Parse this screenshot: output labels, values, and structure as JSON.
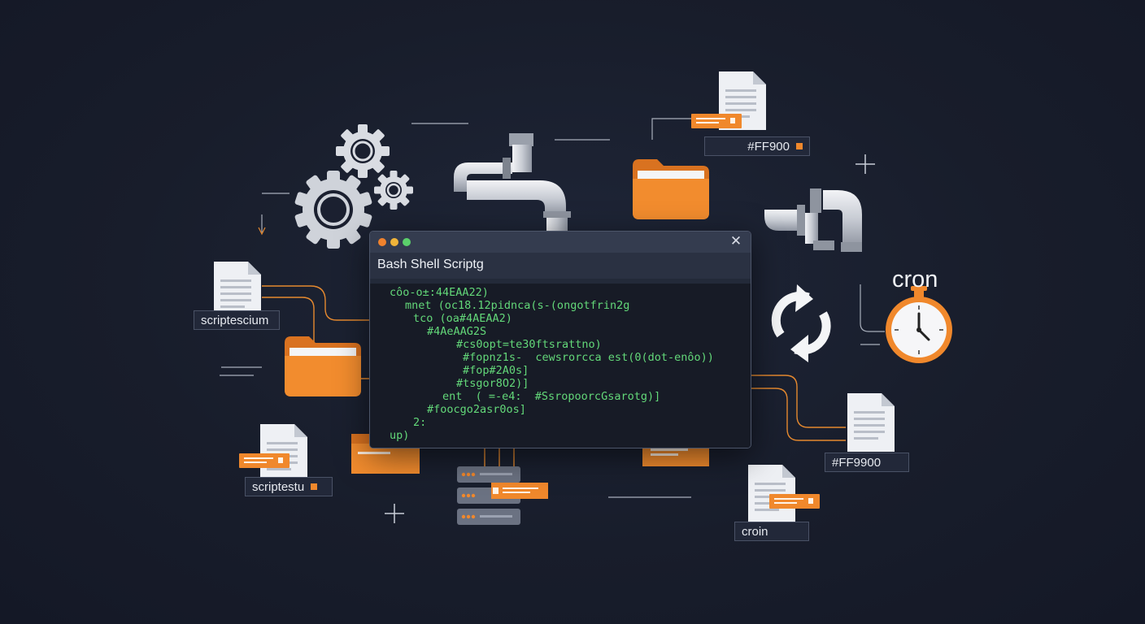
{
  "terminal": {
    "title": "Bash Shell Scriptg",
    "close_glyph": "✕",
    "dot_colors": [
      "#f0822d",
      "#f0b43a",
      "#5bd16b"
    ],
    "code_lines": [
      "côo-o±:44EAA22)",
      "mnet (oc18.12pidnca(s-(ongotfrin2g",
      "tco (oa#4AEAA2)",
      "#4AeAAG2S",
      "#cs0opt=te30ftsrattno)",
      "#fopnz1s-  cewsrorcca est(0(dot-enôo))",
      "#fop#2A0s]",
      "#tsgor8O2)]",
      "ent  ( =-e4:  #SsropoorcGsarotg)]",
      "#foocgo2asr0os]",
      "2:",
      "up)"
    ]
  },
  "tags": {
    "top_right": "#FF900",
    "left": "scriptescium",
    "bottom_left": "scriptestu",
    "right": "#FF9900",
    "bottom_center": "croin"
  },
  "cron": {
    "label": "cron"
  },
  "colors": {
    "background": "#181d2b",
    "accent_orange": "#f0882c",
    "code_green": "#63d879",
    "panel_dark": "#222839"
  },
  "icons": [
    "gear-icon",
    "pipe-icon",
    "folder-icon",
    "document-icon",
    "server-icon",
    "sync-icon",
    "stopwatch-icon",
    "plus-icon"
  ]
}
